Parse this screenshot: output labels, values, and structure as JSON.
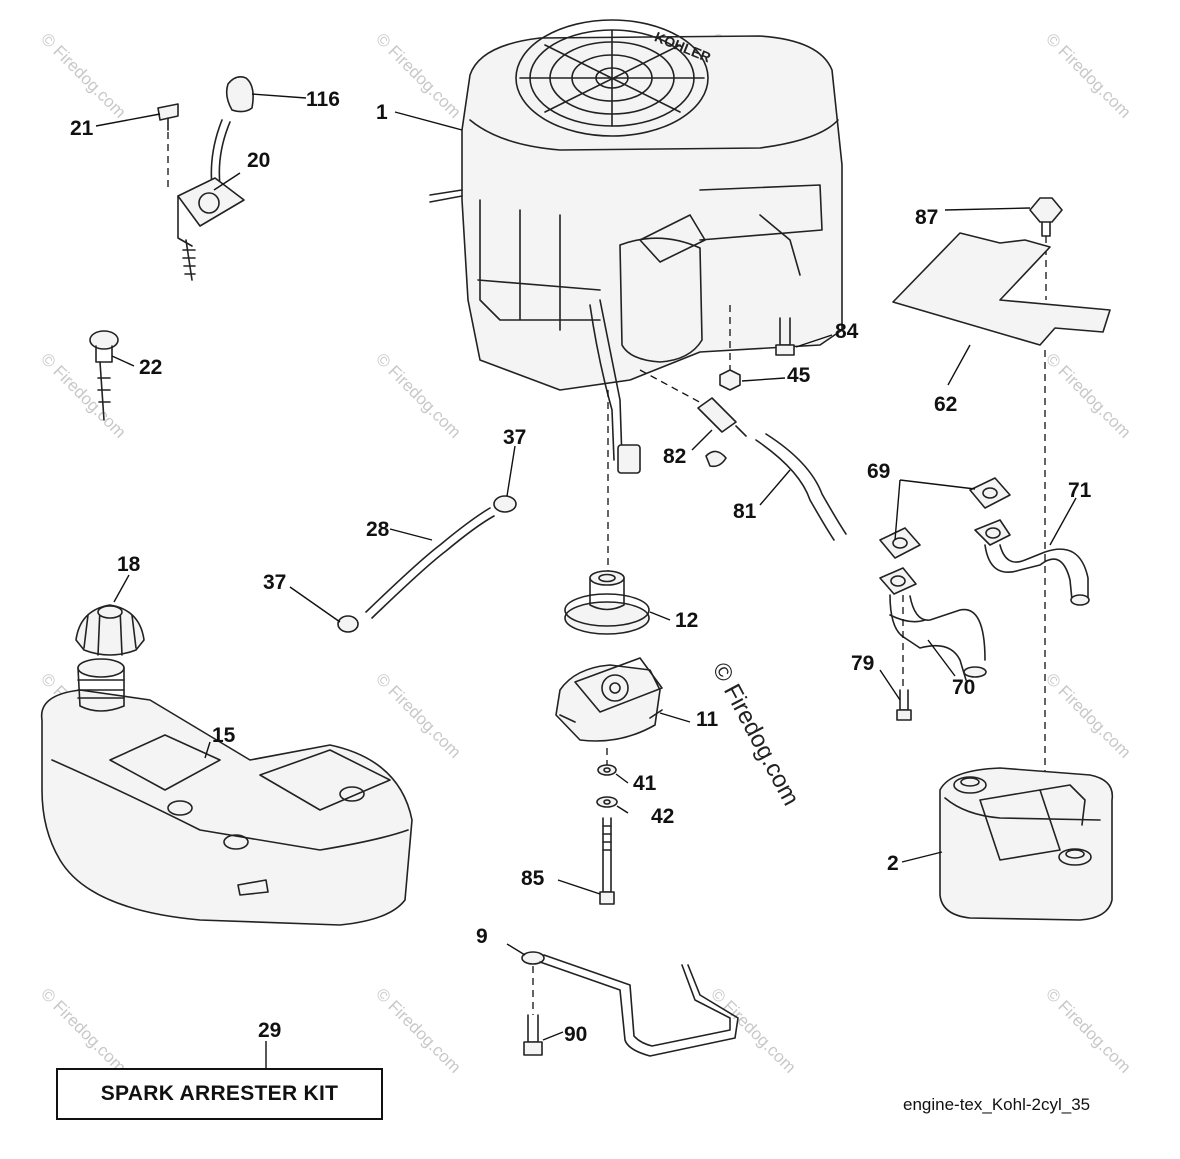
{
  "callouts": {
    "c1": "1",
    "c2": "2",
    "c9": "9",
    "c11": "11",
    "c12": "12",
    "c15": "15",
    "c18": "18",
    "c20": "20",
    "c21": "21",
    "c22": "22",
    "c28": "28",
    "c29": "29",
    "c37a": "37",
    "c37b": "37",
    "c41": "41",
    "c42": "42",
    "c45": "45",
    "c62": "62",
    "c69": "69",
    "c70": "70",
    "c71": "71",
    "c79": "79",
    "c81": "81",
    "c82": "82",
    "c84": "84",
    "c85": "85",
    "c87": "87",
    "c90": "90",
    "c116": "116"
  },
  "kit_label": "SPARK ARRESTER KIT",
  "caption": "engine-tex_Kohl-2cyl_35",
  "engine_brand": "KOHLER",
  "watermark": {
    "text": "© Firedog.com",
    "center_text": "© Firedog.com"
  },
  "colors": {
    "line": "#222222",
    "watermark": "#c8c8c8",
    "background": "#ffffff"
  }
}
